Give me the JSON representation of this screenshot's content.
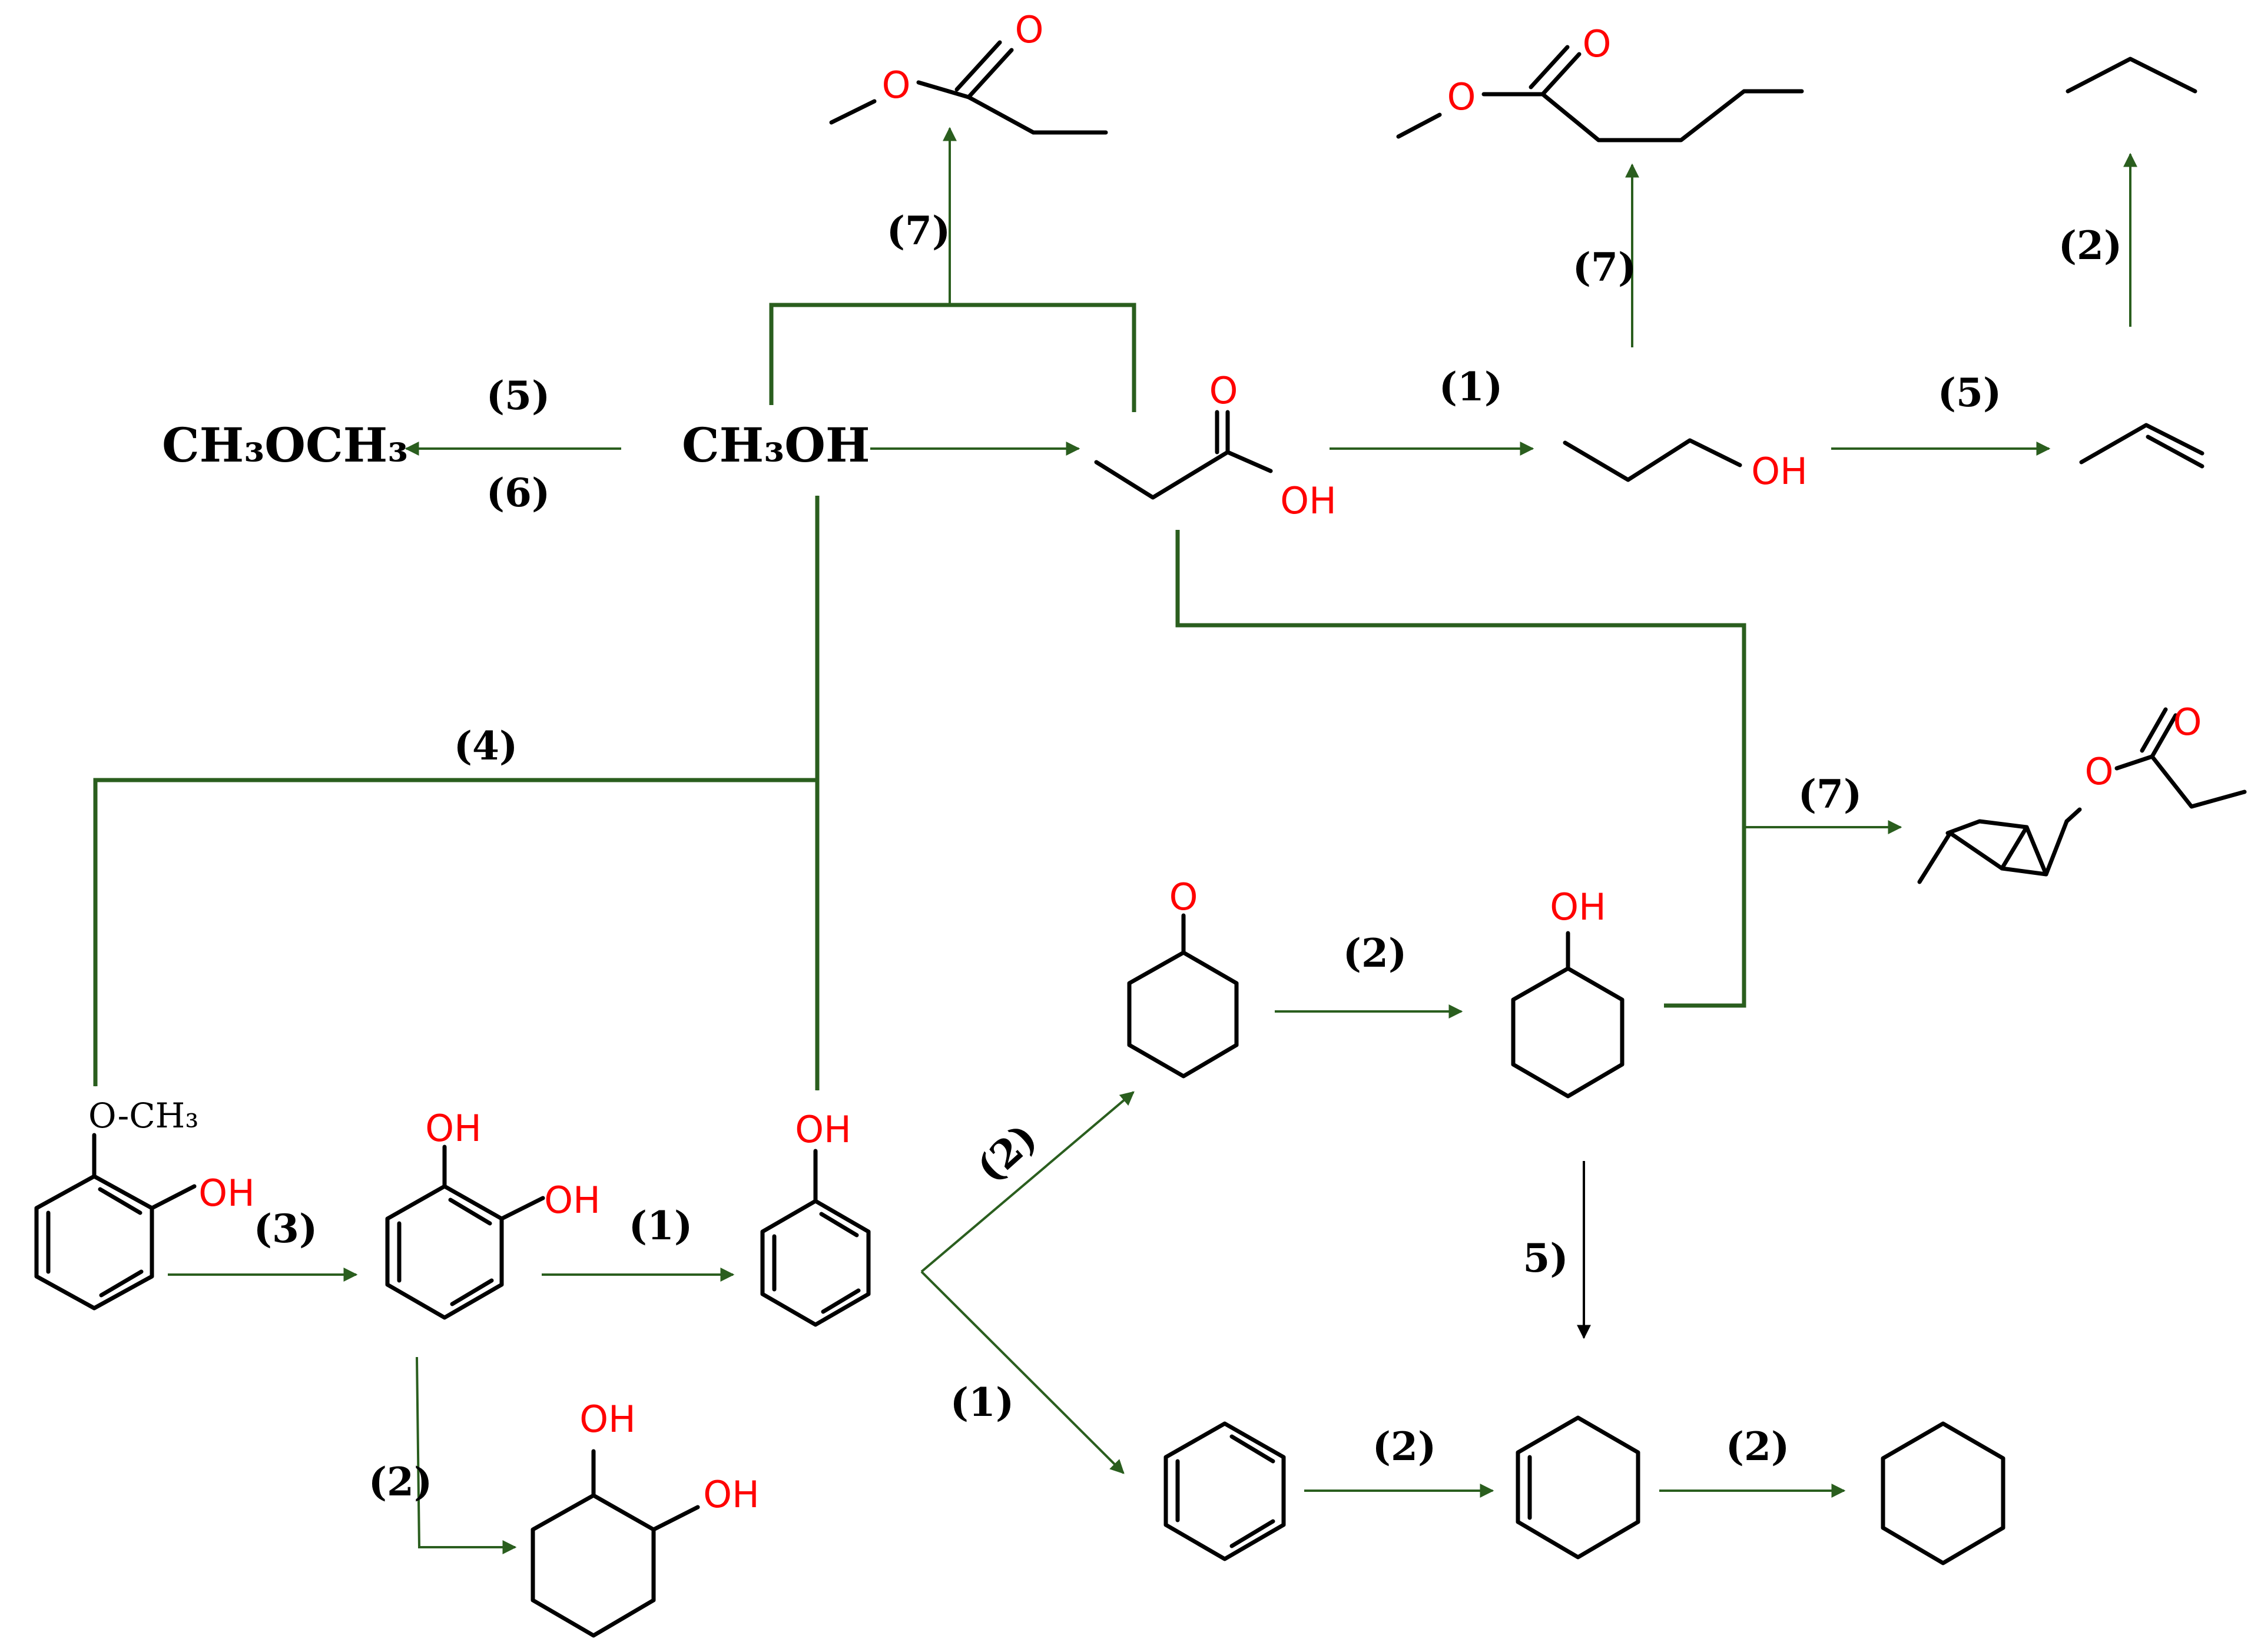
{
  "compounds": {
    "methanol": "CH₃OH",
    "dimethyl_ether": "CH₃OCH₃",
    "methoxy": "O-CH₃"
  },
  "atoms": {
    "O": "O",
    "OH": "OH"
  },
  "steps": {
    "s1": "(1)",
    "s2": "(2)",
    "s3": "(3)",
    "s4": "(4)",
    "s5": "(5)",
    "s6": "(6)",
    "s7": "(7)",
    "s5_partial": "5)"
  },
  "colors": {
    "arrow_green": "#2a5e1e",
    "oxygen_red": "#ff0000",
    "bond_black": "#000000"
  }
}
